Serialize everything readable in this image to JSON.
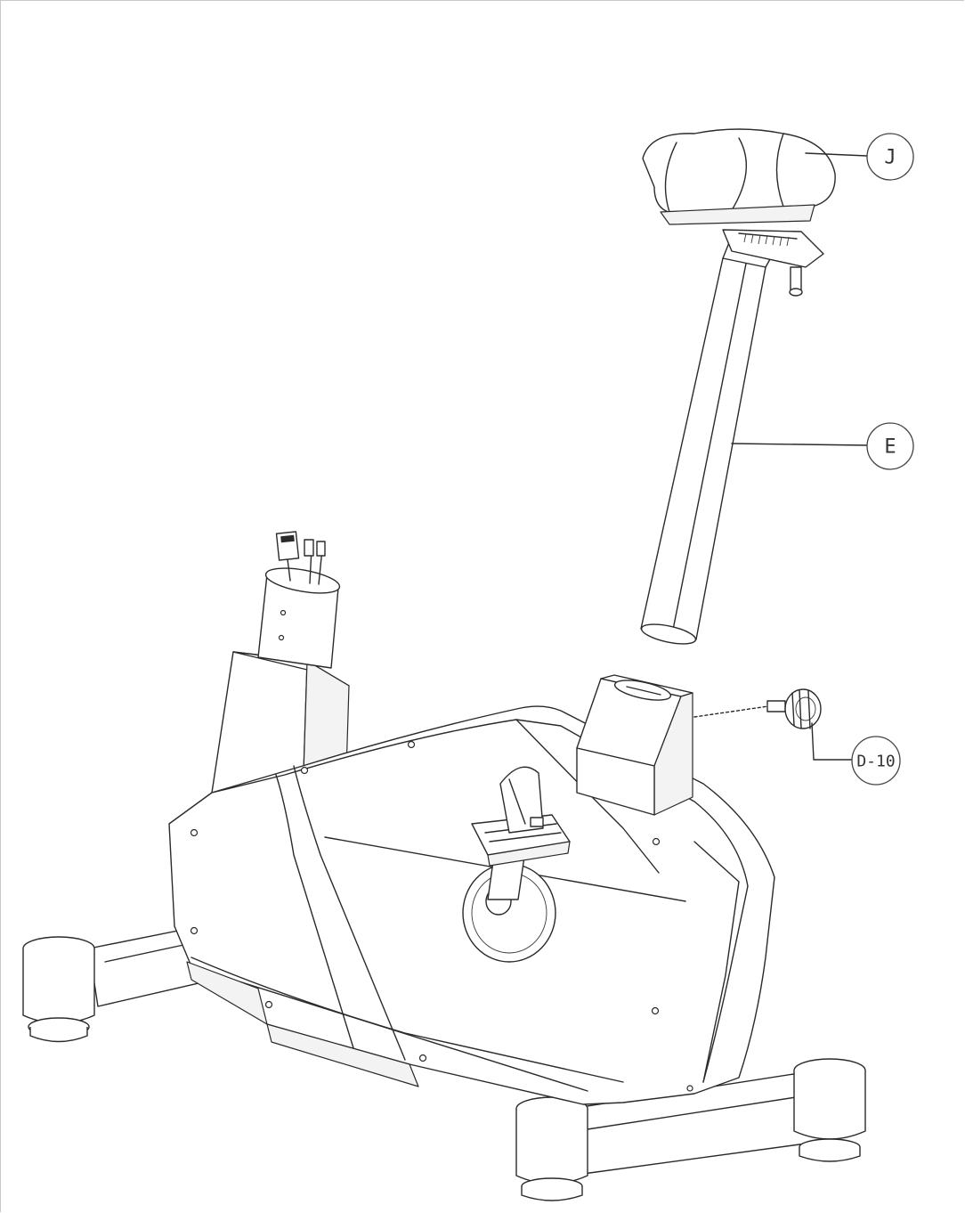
{
  "callouts": {
    "seat": {
      "label": "J"
    },
    "seat_post": {
      "label": "E"
    },
    "knob": {
      "label": "D-10"
    }
  },
  "colors": {
    "line": "#2a2a2a",
    "callout_stroke": "#444444",
    "background": "#ffffff"
  }
}
